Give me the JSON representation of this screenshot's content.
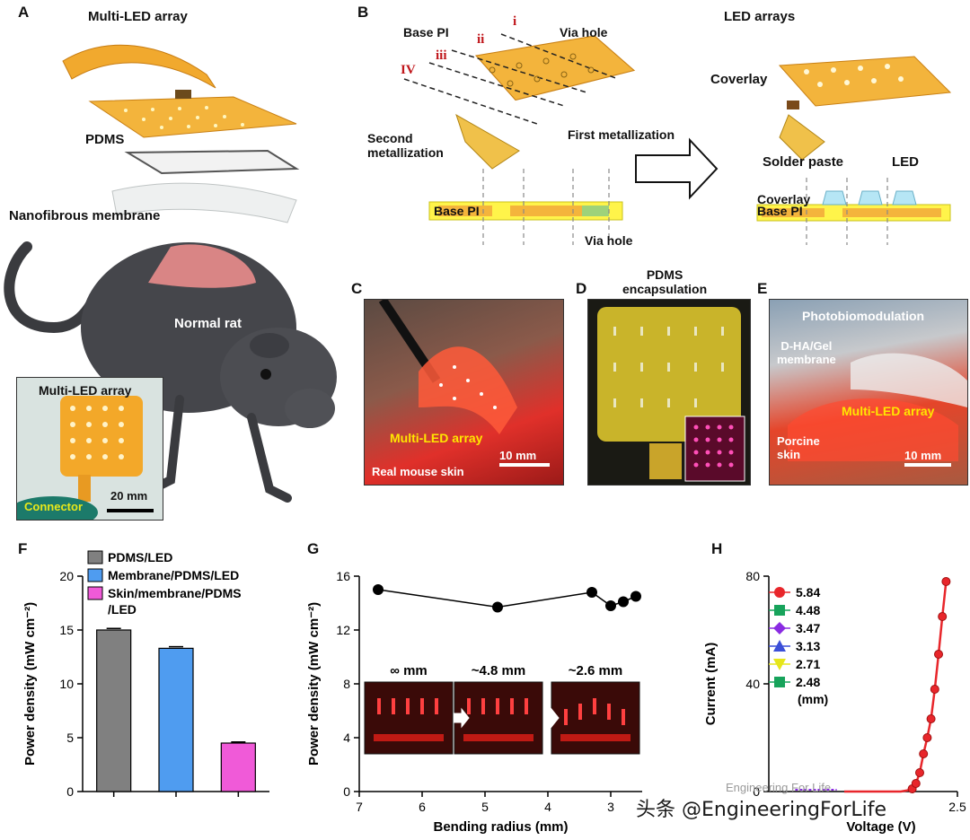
{
  "panels": {
    "A": {
      "letter": "A",
      "multi_led_array": "Multi-LED array",
      "pdms": "PDMS",
      "nanofibrous_membrane": "Nanofibrous membrane",
      "normal_rat": "Normal rat",
      "inset_title": "Multi-LED array",
      "connector": "Connector",
      "scale": "20 mm"
    },
    "B": {
      "letter": "B",
      "base_pi": "Base PI",
      "via_hole": "Via hole",
      "second_metallization": "Second\nmetallization",
      "first_metallization": "First metallization",
      "led_arrays": "LED arrays",
      "coverlay": "Coverlay",
      "solder_paste": "Solder paste",
      "led": "LED",
      "base_pi_cross": "Base PI",
      "via_hole_cross": "Via hole",
      "coverlay_cross": "Coverlay",
      "base_pi_cross2": "Base PI",
      "roman_i": "i",
      "roman_ii": "ii",
      "roman_iii": "iii",
      "roman_iv": "IV"
    },
    "C": {
      "letter": "C",
      "label": "Multi-LED array",
      "skin": "Real mouse skin",
      "scale": "10 mm"
    },
    "D": {
      "letter": "D",
      "title": "PDMS\nencapsulation"
    },
    "E": {
      "letter": "E",
      "title": "Photobiomodulation",
      "membrane": "D-HA/Gel\nmembrane",
      "array": "Multi-LED array",
      "porcine": "Porcine\nskin",
      "scale": "10 mm"
    },
    "F": {
      "letter": "F"
    },
    "G": {
      "letter": "G"
    },
    "H": {
      "letter": "H"
    }
  },
  "chart_data": [
    {
      "type": "bar",
      "panel": "F",
      "categories": [
        "PDMS/LED",
        "Membrane/PDMS/LED",
        "Skin/membrane/PDMS/LED"
      ],
      "legend": [
        "PDMS/LED",
        "Membrane/PDMS/LED",
        "Skin/membrane/PDMS\n/LED"
      ],
      "values": [
        15.0,
        13.3,
        4.5
      ],
      "errors": [
        0.15,
        0.15,
        0.1
      ],
      "colors": [
        "#808080",
        "#4f9cf0",
        "#f05ad8"
      ],
      "ylabel": "Power density  (mW cm⁻²)",
      "ylim": [
        0,
        20
      ],
      "yticks": [
        0,
        5,
        10,
        15,
        20
      ],
      "legend_position": "top"
    },
    {
      "type": "line",
      "panel": "G",
      "x": [
        6.7,
        4.8,
        3.3,
        3.0,
        2.8,
        2.6
      ],
      "values": [
        15.0,
        13.7,
        14.8,
        13.8,
        14.1,
        14.5
      ],
      "xlabel": "Bending radius (mm)",
      "ylabel": "Power density  (mW cm⁻²)",
      "xlim": [
        7,
        2.5
      ],
      "ylim": [
        0,
        16
      ],
      "xticks": [
        7,
        6,
        5,
        4,
        3
      ],
      "yticks": [
        0,
        4,
        8,
        12,
        16
      ],
      "inset_labels": [
        "∞ mm",
        "~4.8 mm",
        "~2.6 mm"
      ]
    },
    {
      "type": "line",
      "panel": "H",
      "xlabel": "Voltage (V)",
      "ylabel": "Current (mA)",
      "xlim": [
        0,
        2.5
      ],
      "ylim": [
        0,
        80
      ],
      "xticks": [
        "2.5"
      ],
      "yticks": [
        0,
        40,
        80
      ],
      "legend_unit": "(mm)",
      "series": [
        {
          "name": "5.84",
          "color": "#e8262b",
          "marker": "circle"
        },
        {
          "name": "4.48",
          "color": "#17a35b",
          "marker": "square"
        },
        {
          "name": "3.47",
          "color": "#8a2be2",
          "marker": "diamond"
        },
        {
          "name": "3.13",
          "color": "#3b4fd8",
          "marker": "triangle"
        },
        {
          "name": "2.71",
          "color": "#e6e619",
          "marker": "triangle-down"
        },
        {
          "name": "2.48",
          "color": "#17a35b",
          "marker": "square"
        }
      ],
      "x": [
        1.0,
        1.2,
        1.4,
        1.6,
        1.75,
        1.85,
        1.9,
        1.95,
        2.0,
        2.05,
        2.1,
        2.15,
        2.2,
        2.25,
        2.3,
        2.35
      ],
      "values": [
        0,
        0,
        0,
        0,
        0,
        0.5,
        1,
        3,
        7,
        14,
        20,
        27,
        38,
        51,
        65,
        78
      ]
    }
  ],
  "watermark": {
    "brand": "Engineering For Life",
    "text": "头条 @EngineeringForLife"
  }
}
